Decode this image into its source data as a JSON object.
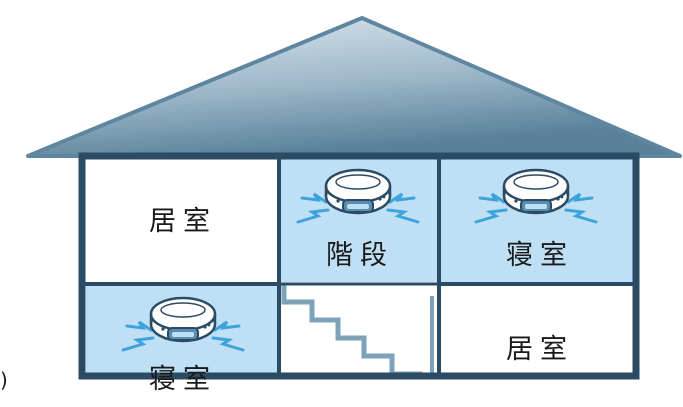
{
  "rooms": {
    "living_upper_left": "居室",
    "stairs": "階段",
    "bedroom_upper_right": "寝室",
    "bedroom_lower_left": "寝室",
    "living_lower_right": "居室"
  },
  "edge_glyph": ")",
  "colors": {
    "wall": "#2b4a63",
    "roof_top": "#d9e6ef",
    "roof_bottom": "#4f7891",
    "detector_room_fill": "#bfe0f4",
    "stair_line": "#6f95ad",
    "alarm_wave": "#3fa3db"
  },
  "icons": [
    "smoke-detector-icon",
    "alarm-wave-icon",
    "staircase-icon"
  ]
}
